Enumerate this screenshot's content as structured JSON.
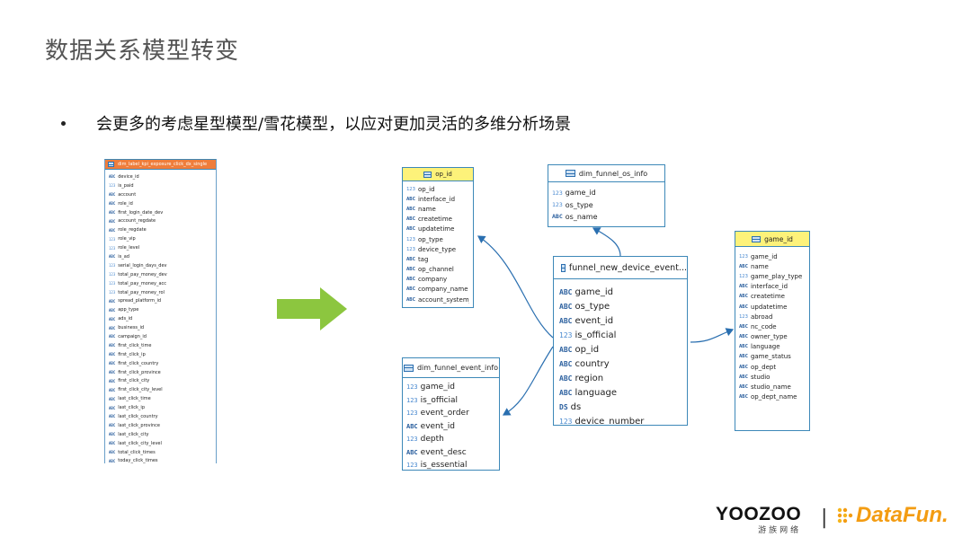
{
  "title": "数据关系模型转变",
  "bullet": "会更多的考虑星型模型/雪花模型，以应对更加灵活的多维分析场景",
  "big_table": {
    "name": "dim_label_kpi_exposure_click_dx_single",
    "fields": [
      {
        "t": "ABC",
        "n": "device_id"
      },
      {
        "t": "123",
        "n": "is_paid"
      },
      {
        "t": "ABC",
        "n": "account"
      },
      {
        "t": "ABC",
        "n": "role_id"
      },
      {
        "t": "ABC",
        "n": "first_login_date_dev"
      },
      {
        "t": "ABC",
        "n": "account_regdate"
      },
      {
        "t": "ABC",
        "n": "role_regdate"
      },
      {
        "t": "123",
        "n": "role_vip"
      },
      {
        "t": "123",
        "n": "role_level"
      },
      {
        "t": "ABC",
        "n": "is_ad"
      },
      {
        "t": "123",
        "n": "serial_login_days_dev"
      },
      {
        "t": "123",
        "n": "total_pay_money_dev"
      },
      {
        "t": "123",
        "n": "total_pay_money_acc"
      },
      {
        "t": "123",
        "n": "total_pay_money_rol"
      },
      {
        "t": "ABC",
        "n": "spread_platform_id"
      },
      {
        "t": "ABC",
        "n": "app_type"
      },
      {
        "t": "ABC",
        "n": "ads_id"
      },
      {
        "t": "ABC",
        "n": "business_id"
      },
      {
        "t": "ABC",
        "n": "campaign_id"
      },
      {
        "t": "ABC",
        "n": "first_click_time"
      },
      {
        "t": "ABC",
        "n": "first_click_ip"
      },
      {
        "t": "ABC",
        "n": "first_click_country"
      },
      {
        "t": "ABC",
        "n": "first_click_province"
      },
      {
        "t": "ABC",
        "n": "first_click_city"
      },
      {
        "t": "ABC",
        "n": "first_click_city_level"
      },
      {
        "t": "ABC",
        "n": "last_click_time"
      },
      {
        "t": "ABC",
        "n": "last_click_ip"
      },
      {
        "t": "ABC",
        "n": "last_click_country"
      },
      {
        "t": "ABC",
        "n": "last_click_province"
      },
      {
        "t": "ABC",
        "n": "last_click_city"
      },
      {
        "t": "ABC",
        "n": "last_click_city_level"
      },
      {
        "t": "ABC",
        "n": "total_click_times"
      },
      {
        "t": "ABC",
        "n": "today_click_times"
      }
    ]
  },
  "op_id_table": {
    "name": "op_id",
    "fields": [
      {
        "t": "123",
        "n": "op_id"
      },
      {
        "t": "ABC",
        "n": "interface_id"
      },
      {
        "t": "ABC",
        "n": "name"
      },
      {
        "t": "ABC",
        "n": "createtime"
      },
      {
        "t": "ABC",
        "n": "updatetime"
      },
      {
        "t": "123",
        "n": "op_type"
      },
      {
        "t": "123",
        "n": "device_type"
      },
      {
        "t": "ABC",
        "n": "tag"
      },
      {
        "t": "ABC",
        "n": "op_channel"
      },
      {
        "t": "ABC",
        "n": "company"
      },
      {
        "t": "ABC",
        "n": "company_name"
      },
      {
        "t": "ABC",
        "n": "account_system_id"
      }
    ]
  },
  "os_info_table": {
    "name": "dim_funnel_os_info",
    "fields": [
      {
        "t": "123",
        "n": "game_id"
      },
      {
        "t": "123",
        "n": "os_type"
      },
      {
        "t": "ABC",
        "n": "os_name"
      }
    ]
  },
  "fact_table": {
    "name": "funnel_new_device_event...",
    "fields": [
      {
        "t": "ABC",
        "n": "game_id"
      },
      {
        "t": "ABC",
        "n": "os_type"
      },
      {
        "t": "ABC",
        "n": "event_id"
      },
      {
        "t": "123",
        "n": "is_official"
      },
      {
        "t": "ABC",
        "n": "op_id"
      },
      {
        "t": "ABC",
        "n": "country"
      },
      {
        "t": "ABC",
        "n": "region"
      },
      {
        "t": "ABC",
        "n": "language"
      },
      {
        "t": "DS",
        "n": "ds"
      },
      {
        "t": "123",
        "n": "device_number"
      }
    ]
  },
  "event_info_table": {
    "name": "dim_funnel_event_info",
    "fields": [
      {
        "t": "123",
        "n": "game_id"
      },
      {
        "t": "123",
        "n": "is_official"
      },
      {
        "t": "123",
        "n": "event_order"
      },
      {
        "t": "ABC",
        "n": "event_id"
      },
      {
        "t": "123",
        "n": "depth"
      },
      {
        "t": "ABC",
        "n": "event_desc"
      },
      {
        "t": "123",
        "n": "is_essential"
      }
    ]
  },
  "game_id_table": {
    "name": "game_id",
    "fields": [
      {
        "t": "123",
        "n": "game_id"
      },
      {
        "t": "ABC",
        "n": "name"
      },
      {
        "t": "123",
        "n": "game_play_type"
      },
      {
        "t": "ABC",
        "n": "interface_id"
      },
      {
        "t": "ABC",
        "n": "createtime"
      },
      {
        "t": "ABC",
        "n": "updatetime"
      },
      {
        "t": "123",
        "n": "abroad"
      },
      {
        "t": "ABC",
        "n": "nc_code"
      },
      {
        "t": "ABC",
        "n": "owner_type"
      },
      {
        "t": "ABC",
        "n": "language"
      },
      {
        "t": "ABC",
        "n": "game_status"
      },
      {
        "t": "ABC",
        "n": "op_dept"
      },
      {
        "t": "ABC",
        "n": "studio"
      },
      {
        "t": "ABC",
        "n": "studio_name"
      },
      {
        "t": "ABC",
        "n": "op_dept_name"
      }
    ]
  },
  "logos": {
    "yoozoo": "YOOZOO",
    "yoozoo_sub": "游族网络",
    "separator": "|",
    "datafun": "DataFun."
  },
  "colors": {
    "header_yellow": "#fdf27a",
    "header_orange": "#ef7d3b",
    "border_blue": "#3d88b8",
    "arrow_green": "#8cc63f",
    "connector_blue": "#2a6fb0",
    "datafun_orange": "#f39c12"
  }
}
